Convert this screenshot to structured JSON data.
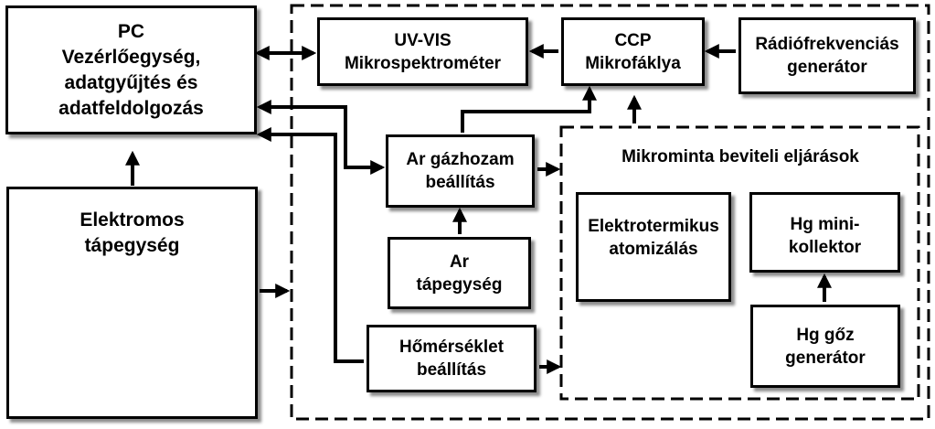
{
  "blocks": {
    "pc": [
      "PC",
      "Vezérlőegység,",
      "adatgyűjtés és",
      "adatfeldolgozás"
    ],
    "power": [
      "Elektromos",
      "tápegység"
    ],
    "uvvis": [
      "UV-VIS",
      "Mikrospektrométer"
    ],
    "ccp": [
      "CCP",
      "Mikrofáklya"
    ],
    "rf": [
      "Rádiófrekvenciás",
      "generátor"
    ],
    "ar_flow": [
      "Ar gázhozam",
      "beállítás"
    ],
    "ar_power": [
      "Ar",
      "tápegység"
    ],
    "temp": [
      "Hőmérséklet",
      "beállítás"
    ],
    "sample_title": "Mikrominta beviteli eljárások",
    "eta": [
      "Elektrotermikus",
      "atomizálás"
    ],
    "hg_mini": [
      "Hg mini-",
      "kollektor"
    ],
    "hg_gen": [
      "Hg gőz",
      "generátor"
    ]
  }
}
